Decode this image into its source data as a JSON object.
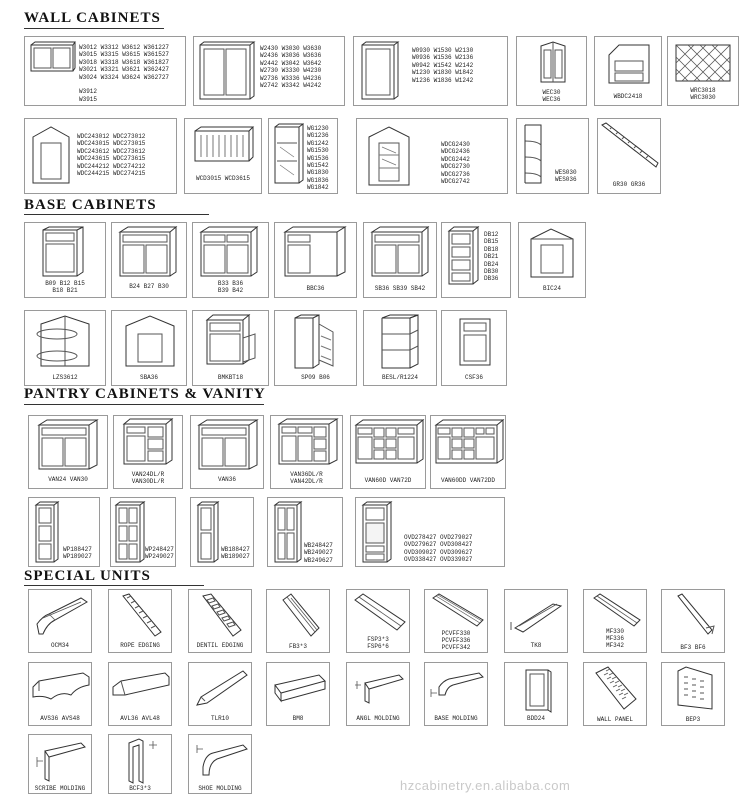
{
  "sections": {
    "wall": "WALL CABINETS",
    "base": "BASE CABINETS",
    "pantry": "PANTRY CABINETS & VANITY",
    "special": "SPECIAL UNITS"
  },
  "wall_cabinets": [
    {
      "codes": [
        "W3012 W3312 W3612 W361227",
        "W3015 W3315 W3615 W361527",
        "W3018 W3318 W3618 W361827",
        "W3021 W3321 W3621 W362427",
        "W3024 W3324 W3624 W362727",
        "",
        "W3912",
        "W3915"
      ]
    },
    {
      "codes": [
        "W2430 W3030 W3630",
        "W2436 W3036 W3636",
        "W2442 W3042 W3642",
        "W2730 W3330 W4230",
        "W2736 W3336 W4236",
        "W2742 W3342 W4242"
      ]
    },
    {
      "codes": [
        "W0930 W1530 W2130",
        "W0936 W1536 W2136",
        "W0942 W1542 W2142",
        "W1230 W1830 W1842",
        "W1236 W1836 W1242"
      ]
    },
    {
      "label": [
        "WEC30",
        "WEC36"
      ]
    },
    {
      "label": [
        "WBDC2418"
      ]
    },
    {
      "label": [
        "WRC3018",
        "WRC3030"
      ]
    },
    {
      "codes": [
        "WDC243012 WDC273012",
        "WDC243015 WDC273015",
        "WDC243612 WDC273612",
        "WDC243615 WDC273615",
        "WDC244212 WDC274212",
        "WDC244215 WDC274215"
      ]
    },
    {
      "label": [
        "WCD3015 WCD3615"
      ]
    },
    {
      "codes": [
        "WG1230",
        "WG1236",
        "WG1242",
        "WG1530",
        "WG1536",
        "WG1542",
        "WG1830",
        "WG1836",
        "WG1842"
      ]
    },
    {
      "codes": [
        "WDCG2430",
        "WDCG2436",
        "WDCG2442",
        "WDCG2730",
        "WDCG2736",
        "WDCG2742"
      ]
    },
    {
      "codes": [
        "WES030",
        "WES036"
      ]
    },
    {
      "label": [
        "GR30 GR36"
      ]
    }
  ],
  "base_cabinets": [
    {
      "label": [
        "B09 B12 B15",
        "B18 B21"
      ]
    },
    {
      "label": [
        "B24 B27 B30"
      ]
    },
    {
      "label": [
        "B33 B36",
        "B39 B42"
      ]
    },
    {
      "label": [
        "BBC36"
      ]
    },
    {
      "label": [
        "SB36 SB39 SB42"
      ]
    },
    {
      "codes": [
        "DB12",
        "DB15",
        "DB18",
        "DB21",
        "DB24",
        "DB30",
        "DB36"
      ]
    },
    {
      "label": [
        "BIC24"
      ]
    },
    {
      "label": [
        "LZS3612"
      ]
    },
    {
      "label": [
        "SBA36"
      ]
    },
    {
      "label": [
        "BMKBT18"
      ]
    },
    {
      "label": [
        "SP09 B06"
      ]
    },
    {
      "label": [
        "BESL/R1224"
      ]
    },
    {
      "label": [
        "CSF36"
      ]
    }
  ],
  "pantry_vanity": [
    {
      "label": [
        "VAN24 VAN30"
      ]
    },
    {
      "label": [
        "VAN24DL/R",
        "VAN30DL/R"
      ]
    },
    {
      "label": [
        "VAN36"
      ]
    },
    {
      "label": [
        "VAN36DL/R",
        "VAN42DL/R"
      ]
    },
    {
      "label": [
        "VAN60D VAN72D"
      ]
    },
    {
      "label": [
        "VAN60DD VAN72DD"
      ]
    },
    {
      "codes": [
        "WP188427",
        "WP189027"
      ]
    },
    {
      "codes": [
        "WP248427",
        "WP249027"
      ]
    },
    {
      "codes": [
        "WB188427",
        "WB189027"
      ]
    },
    {
      "codes": [
        "WB248427",
        "WB249027",
        "WB249627"
      ]
    },
    {
      "codes": [
        "OVD278427 OVD279027",
        "OVD279627 OVD308427",
        "OVD309027 OVD309627",
        "OVD338427 OVD339027"
      ]
    }
  ],
  "special_units": [
    {
      "label": [
        "OCM34"
      ]
    },
    {
      "label": [
        "ROPE EDGING"
      ]
    },
    {
      "label": [
        "DENTIL EDGING"
      ]
    },
    {
      "label": [
        "FB3*3"
      ]
    },
    {
      "label": [
        "FSP3*3",
        "FSP6*6"
      ]
    },
    {
      "label": [
        "PCVFF330",
        "PCVFF336",
        "PCVFF342"
      ]
    },
    {
      "label": [
        "TK8"
      ]
    },
    {
      "label": [
        "MF330",
        "MF336",
        "MF342"
      ]
    },
    {
      "label": [
        "BF3 BF6"
      ]
    },
    {
      "label": [
        "AVS36 AVS48"
      ]
    },
    {
      "label": [
        "AVL36 AVL48"
      ]
    },
    {
      "label": [
        "TLR10"
      ]
    },
    {
      "label": [
        "BM8"
      ]
    },
    {
      "label": [
        "ANGL MOLDING"
      ]
    },
    {
      "label": [
        "BASE MOLDING"
      ]
    },
    {
      "label": [
        "BDD24"
      ]
    },
    {
      "label": [
        "WALL PANEL"
      ]
    },
    {
      "label": [
        "BEP3"
      ]
    },
    {
      "label": [
        "SCRIBE MOLDING"
      ]
    },
    {
      "label": [
        "BCF3*3"
      ]
    },
    {
      "label": [
        "SHOE MOLDING"
      ]
    }
  ],
  "watermark": "hzcabinetry.en.alibaba.com",
  "icon_names": [
    "wall-cabinet-icon",
    "base-cabinet-icon",
    "vanity-icon",
    "pantry-icon",
    "molding-icon"
  ]
}
